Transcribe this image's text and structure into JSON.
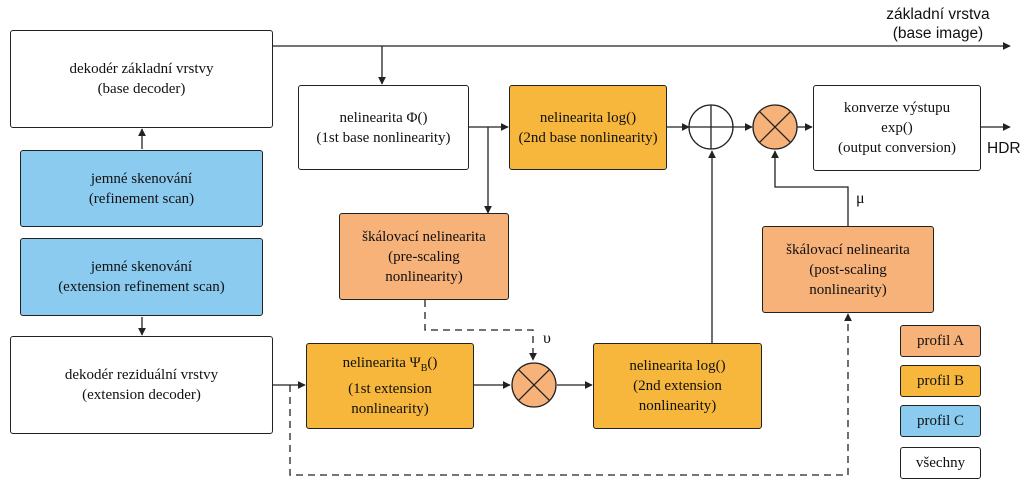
{
  "colors": {
    "white": "#ffffff",
    "blue_profile_c": "#8ccbf0",
    "orange_profile_a": "#f7b27a",
    "orange_profile_b": "#f6b73c",
    "line": "#222222"
  },
  "outputs": {
    "base_line1": "základní vrstva",
    "base_line2": "(base image)",
    "hdr": "HDR"
  },
  "blocks": {
    "base_decoder": {
      "line1": "dekodér základní vrstvy",
      "line2": "(base decoder)"
    },
    "refinement_scan": {
      "line1": "jemné skenování",
      "line2": "(refinement scan)"
    },
    "ext_refinement_scan": {
      "line1": "jemné skenování",
      "line2": "(extension refinement scan)"
    },
    "ext_decoder": {
      "line1": "dekodér reziduální vrstvy",
      "line2": "(extension decoder)"
    },
    "base_nonlin_1": {
      "line1": "nelinearita Φ()",
      "line2": "(1st base nonlinearity)"
    },
    "base_nonlin_2": {
      "line1": "nelinearita log()",
      "line2": "(2nd base nonlinearity)"
    },
    "prescaling": {
      "line1": "škálovací nelinearita",
      "line2": "(pre-scaling",
      "line3": "nonlinearity)"
    },
    "ext_nonlin_1": {
      "line1": "nelinearita Ψ",
      "line1_sub": "B",
      "line1_end": "()",
      "line2": "(1st extension",
      "line3": "nonlinearity)"
    },
    "ext_nonlin_2": {
      "line1": "nelinearita log()",
      "line2": "(2nd extension",
      "line3": "nonlinearity)"
    },
    "output_conversion": {
      "line1": "konverze výstupu",
      "line2": "exp()",
      "line3": "(output conversion)"
    },
    "postscaling": {
      "line1": "škálovací nelinearita",
      "line2": "(post-scaling",
      "line3": "nonlinearity)"
    }
  },
  "symbols": {
    "mu": "μ",
    "upsilon": "υ"
  },
  "legend": [
    {
      "label": "profil A",
      "color": "#f7b27a"
    },
    {
      "label": "profil B",
      "color": "#f6b73c"
    },
    {
      "label": "profil C",
      "color": "#8ccbf0"
    },
    {
      "label": "všechny",
      "color": "#ffffff"
    }
  ]
}
